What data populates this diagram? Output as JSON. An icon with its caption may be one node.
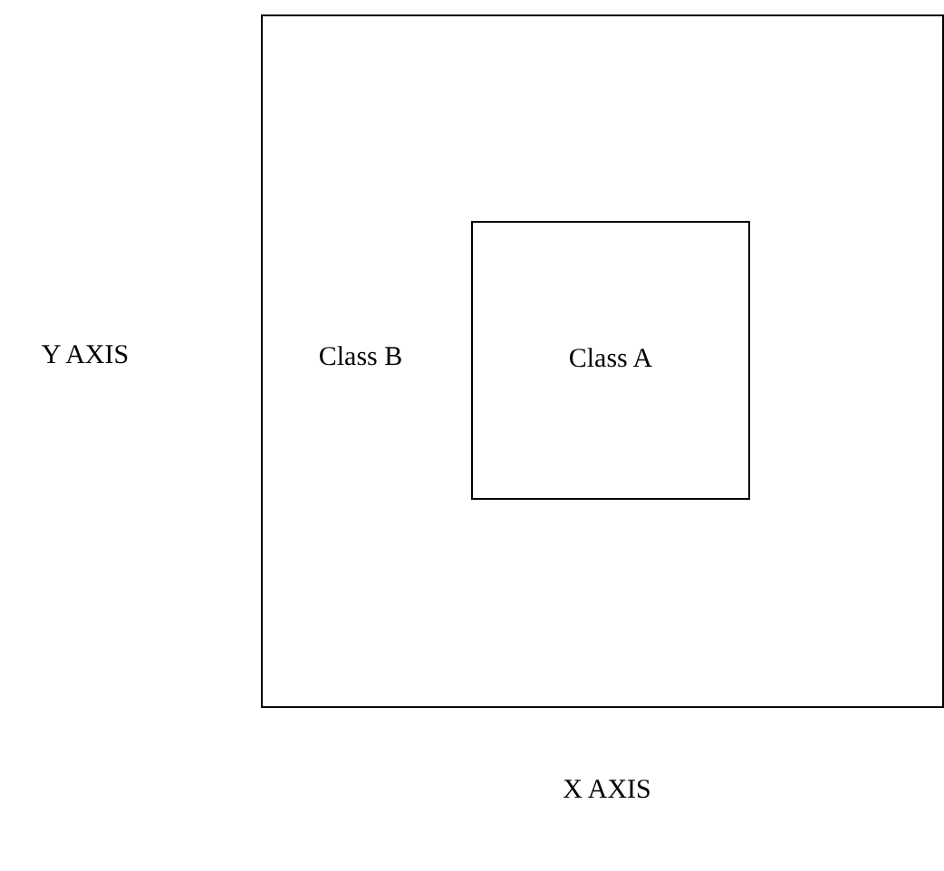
{
  "diagram": {
    "nodes": [
      {
        "text": [
          "Class B"
        ]
      },
      {
        "text": [
          "Class A"
        ],
        "in": 0
      }
    ],
    "labels": [
      "Y AXIS",
      "X AXIS"
    ]
  }
}
